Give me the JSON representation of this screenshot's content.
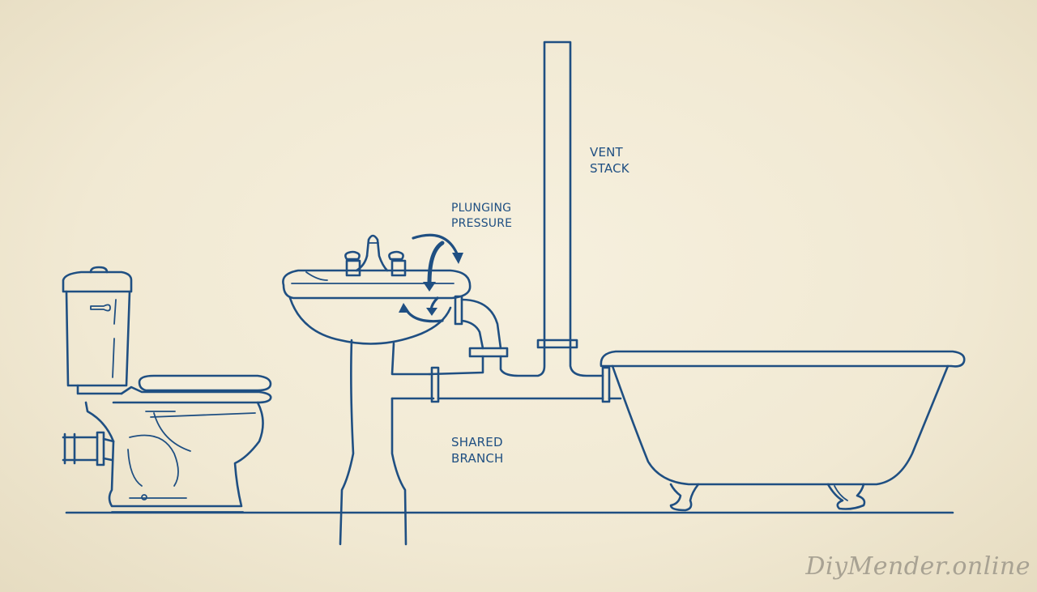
{
  "diagram": {
    "subject": "Bathroom drain plumbing: toilet, pedestal sink, and clawfoot tub on a shared branch with vent stack",
    "colors": {
      "background": "#f3ecd8",
      "line": "#1f4f82",
      "watermark": "#a8a293"
    },
    "labels": {
      "vent_stack": [
        "VENT",
        "STACK"
      ],
      "plunging_pressure": [
        "PLUNGING",
        "PRESSURE"
      ],
      "shared_branch": [
        "SHARED",
        "BRANCH"
      ]
    },
    "fixtures": [
      "toilet",
      "pedestal-sink",
      "clawfoot-bathtub"
    ],
    "watermark": "DiyMender.online"
  }
}
